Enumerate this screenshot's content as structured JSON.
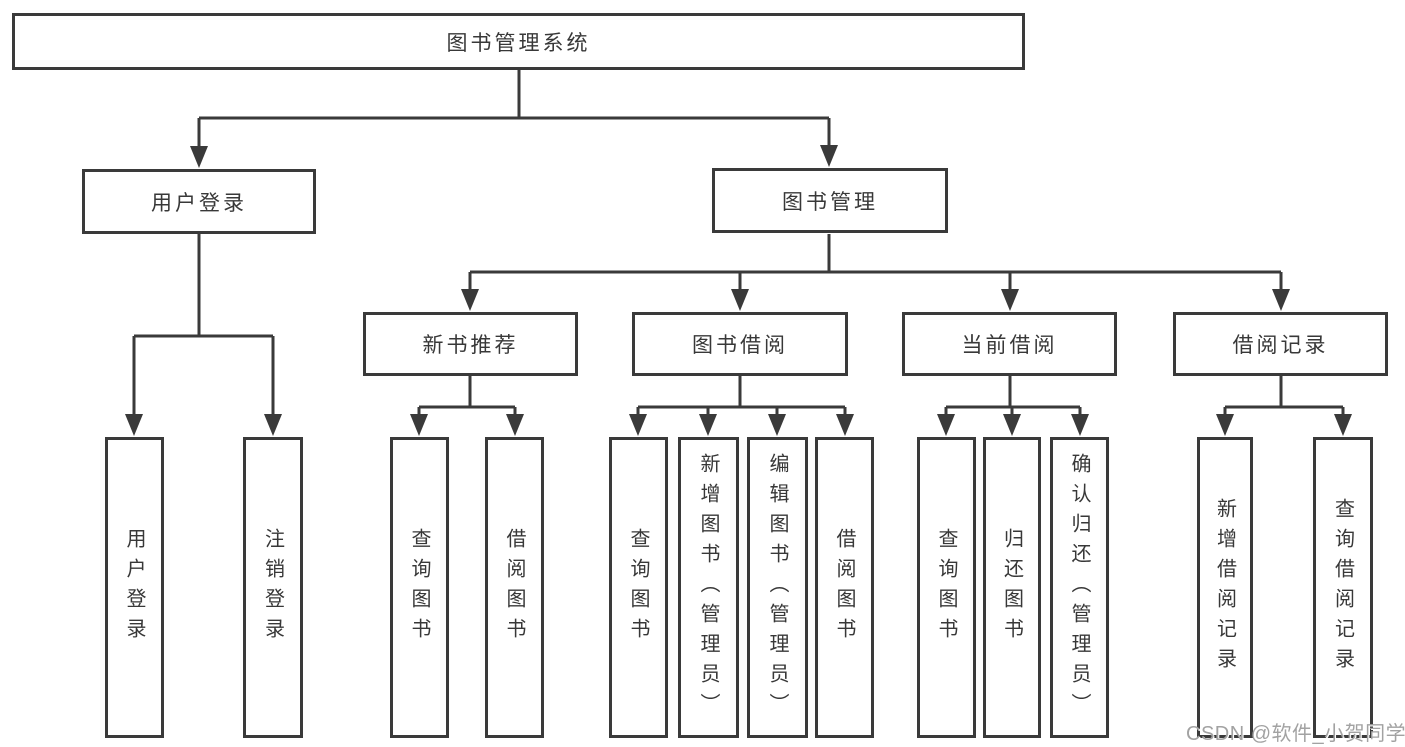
{
  "nodes": {
    "root": "图书管理系统",
    "userLogin": "用户登录",
    "bookMgmt": "图书管理",
    "newBookRec": "新书推荐",
    "bookBorrow": "图书借阅",
    "currentBorrow": "当前借阅",
    "borrowRecords": "借阅记录",
    "ul1": "用户登录",
    "ul2": "注销登录",
    "nb1": "查询图书",
    "nb2": "借阅图书",
    "bb1": "查询图书",
    "bb2": "新增图书（管理员）",
    "bb3": "编辑图书（管理员）",
    "bb4": "借阅图书",
    "cb1": "查询图书",
    "cb2": "归还图书",
    "cb3": "确认归还（管理员）",
    "br1": "新增借阅记录",
    "br2": "查询借阅记录"
  },
  "structure": {
    "root": [
      "userLogin",
      "bookMgmt"
    ],
    "userLogin": [
      "ul1",
      "ul2"
    ],
    "bookMgmt": [
      "newBookRec",
      "bookBorrow",
      "currentBorrow",
      "borrowRecords"
    ],
    "newBookRec": [
      "nb1",
      "nb2"
    ],
    "bookBorrow": [
      "bb1",
      "bb2",
      "bb3",
      "bb4"
    ],
    "currentBorrow": [
      "cb1",
      "cb2",
      "cb3"
    ],
    "borrowRecords": [
      "br1",
      "br2"
    ]
  },
  "watermark": "CSDN @软件_小贺同学",
  "colors": {
    "line": "#3a3a3a",
    "text": "#383838",
    "background": "#ffffff",
    "watermark": "#a2a2a2"
  }
}
